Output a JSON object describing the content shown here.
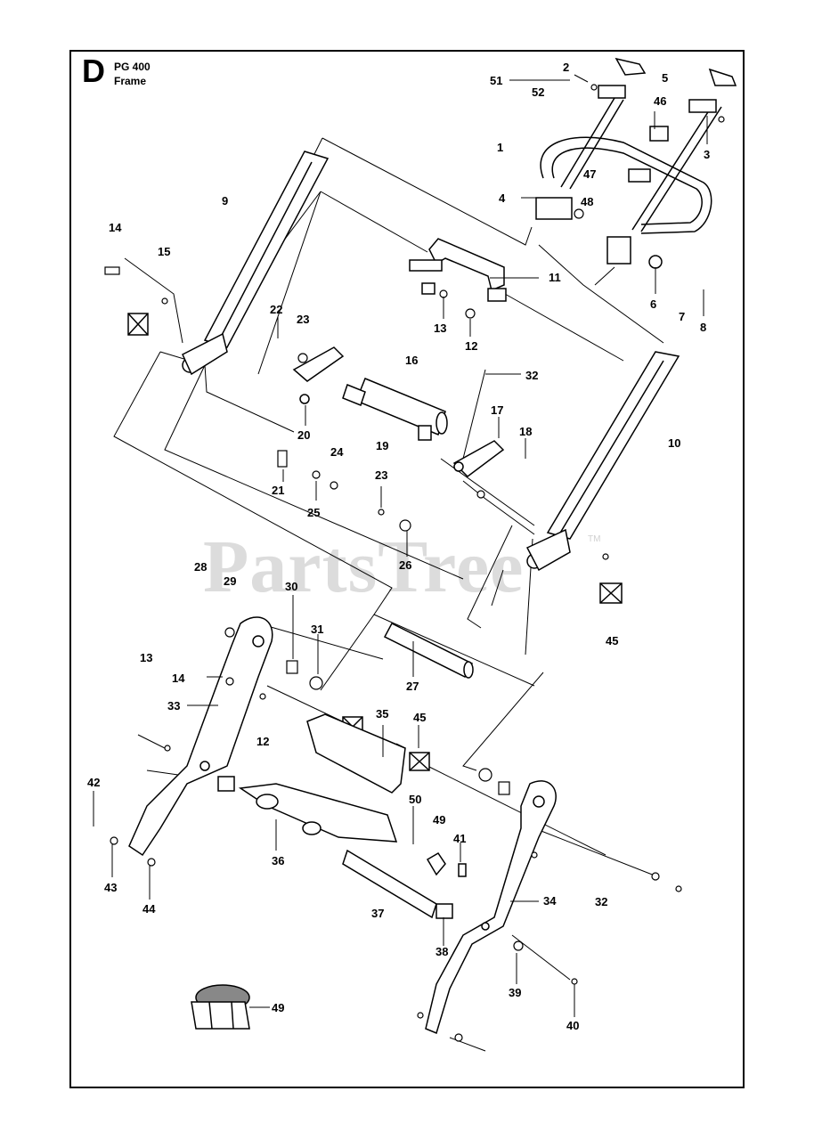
{
  "header": {
    "section_letter": "D",
    "model": "PG 400",
    "title": "Frame"
  },
  "watermark": {
    "text": "PartsTree",
    "tm": "TM"
  },
  "callouts": [
    {
      "id": "c51",
      "text": "51"
    },
    {
      "id": "c2",
      "text": "2"
    },
    {
      "id": "c5",
      "text": "5"
    },
    {
      "id": "c52",
      "text": "52"
    },
    {
      "id": "c46",
      "text": "46"
    },
    {
      "id": "c1",
      "text": "1"
    },
    {
      "id": "c3",
      "text": "3"
    },
    {
      "id": "c9",
      "text": "9"
    },
    {
      "id": "c47",
      "text": "47"
    },
    {
      "id": "c4",
      "text": "4"
    },
    {
      "id": "c48",
      "text": "48"
    },
    {
      "id": "c14a",
      "text": "14"
    },
    {
      "id": "c15",
      "text": "15"
    },
    {
      "id": "c11",
      "text": "11"
    },
    {
      "id": "c6",
      "text": "6"
    },
    {
      "id": "c7",
      "text": "7"
    },
    {
      "id": "c8",
      "text": "8"
    },
    {
      "id": "c22",
      "text": "22"
    },
    {
      "id": "c23a",
      "text": "23"
    },
    {
      "id": "c13a",
      "text": "13"
    },
    {
      "id": "c12a",
      "text": "12"
    },
    {
      "id": "c16",
      "text": "16"
    },
    {
      "id": "c32a",
      "text": "32"
    },
    {
      "id": "c17",
      "text": "17"
    },
    {
      "id": "c18",
      "text": "18"
    },
    {
      "id": "c20",
      "text": "20"
    },
    {
      "id": "c10",
      "text": "10"
    },
    {
      "id": "c24",
      "text": "24"
    },
    {
      "id": "c19",
      "text": "19"
    },
    {
      "id": "c21",
      "text": "21"
    },
    {
      "id": "c25",
      "text": "25"
    },
    {
      "id": "c23b",
      "text": "23"
    },
    {
      "id": "c26",
      "text": "26"
    },
    {
      "id": "c28",
      "text": "28"
    },
    {
      "id": "c29",
      "text": "29"
    },
    {
      "id": "c30",
      "text": "30"
    },
    {
      "id": "c31",
      "text": "31"
    },
    {
      "id": "c45a",
      "text": "45"
    },
    {
      "id": "c13b",
      "text": "13"
    },
    {
      "id": "c14b",
      "text": "14"
    },
    {
      "id": "c27",
      "text": "27"
    },
    {
      "id": "c33",
      "text": "33"
    },
    {
      "id": "c35",
      "text": "35"
    },
    {
      "id": "c45b",
      "text": "45"
    },
    {
      "id": "c12b",
      "text": "12"
    },
    {
      "id": "c42",
      "text": "42"
    },
    {
      "id": "c50",
      "text": "50"
    },
    {
      "id": "c49a",
      "text": "49"
    },
    {
      "id": "c41",
      "text": "41"
    },
    {
      "id": "c36",
      "text": "36"
    },
    {
      "id": "c43",
      "text": "43"
    },
    {
      "id": "c44",
      "text": "44"
    },
    {
      "id": "c34",
      "text": "34"
    },
    {
      "id": "c32b",
      "text": "32"
    },
    {
      "id": "c37",
      "text": "37"
    },
    {
      "id": "c38",
      "text": "38"
    },
    {
      "id": "c39",
      "text": "39"
    },
    {
      "id": "c40",
      "text": "40"
    },
    {
      "id": "c49b",
      "text": "49"
    }
  ]
}
